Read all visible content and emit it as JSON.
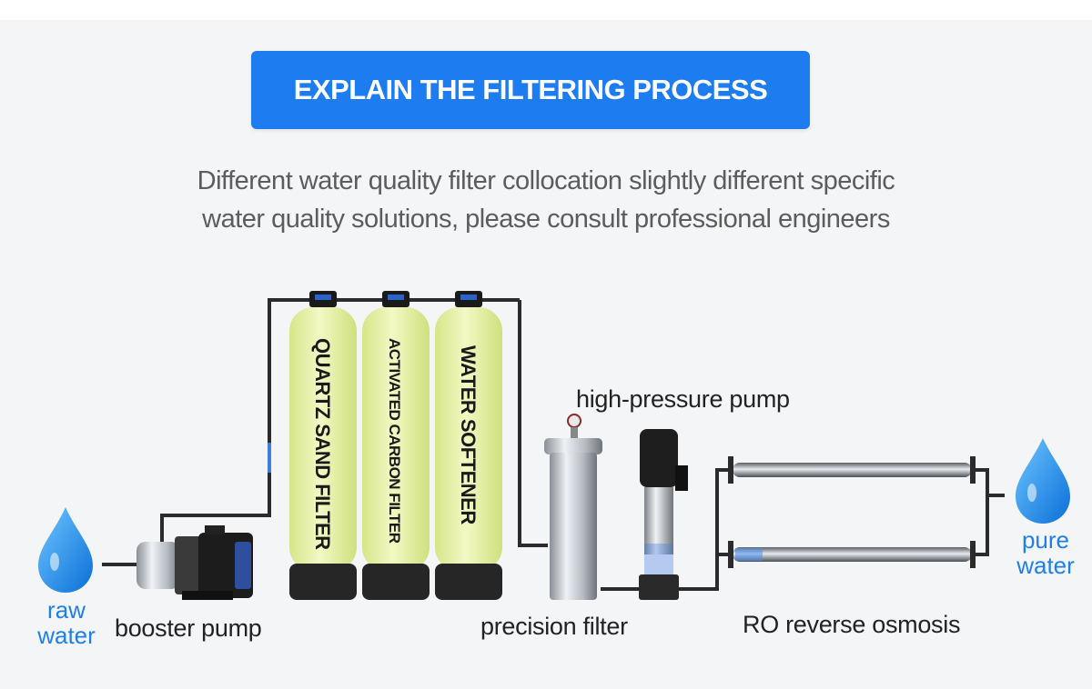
{
  "title": "EXPLAIN THE FILTERING PROCESS",
  "subtitle": {
    "line1": "Different water quality filter collocation slightly different specific",
    "line2": "water quality solutions, please consult professional engineers"
  },
  "labels": {
    "raw_water_line1": "raw",
    "raw_water_line2": "water",
    "booster_pump": "booster pump",
    "high_pressure_pump": "high-pressure pump",
    "precision_filter": "precision filter",
    "ro": "RO reverse osmosis",
    "pure_water_line1": "pure",
    "pure_water_line2": "water"
  },
  "tanks": [
    {
      "label": "QUARTZ SAND FILTER"
    },
    {
      "label": "ACTIVATED CARBON FILTER"
    },
    {
      "label": "WATER SOFTENER"
    }
  ],
  "colors": {
    "banner": "#1d7cf0",
    "accent_blue": "#1f7fe8",
    "tank_body": "#e6f1a6",
    "tank_base": "#262626",
    "pipe": "#2b2b2b"
  }
}
